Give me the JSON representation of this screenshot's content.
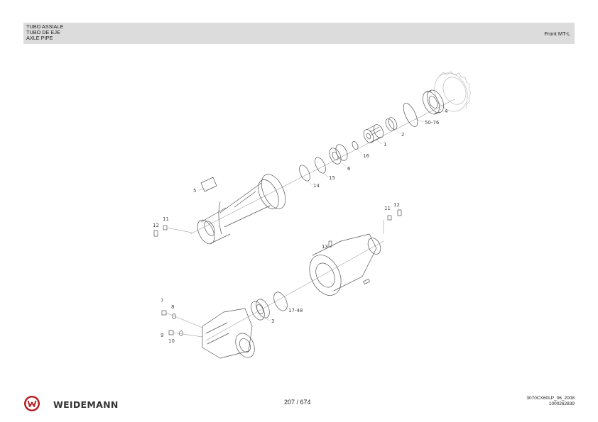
{
  "header": {
    "titles": [
      "TUBO ASSIALE",
      "TUBO DE EJE",
      "AXLE PIPE"
    ],
    "model": "Front MT-L"
  },
  "diagram": {
    "callouts": [
      "4",
      "50-76",
      "2",
      "1",
      "16",
      "6",
      "15",
      "14",
      "5",
      "11",
      "12",
      "11",
      "12",
      "13",
      "17-48",
      "3",
      "7",
      "8",
      "9",
      "10"
    ]
  },
  "footer": {
    "brand": "WEIDEMANN",
    "page": "207 / 674",
    "doc_code": "3070CX60LP_06_2008",
    "part_number": "1000262839"
  },
  "colors": {
    "header_bg": "#dcdcdc",
    "logo_red": "#b32024"
  }
}
